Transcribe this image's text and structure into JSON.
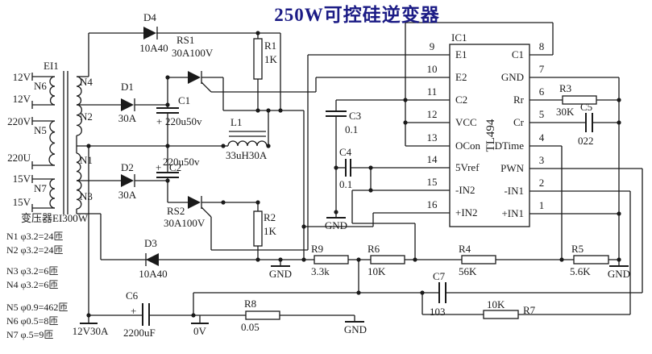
{
  "title": "250W可控硅逆变器",
  "transformer": {
    "name": "EI1",
    "caption": "变压器EI300W",
    "terminals": {
      "t12v_a": "12V",
      "t12v_b": "12V",
      "t220v": "220V",
      "t220u": "220U",
      "t15v_a": "15V",
      "t15v_b": "15V"
    },
    "windings": {
      "n6": "N6",
      "n5": "N5",
      "n7": "N7",
      "n4": "N4",
      "n2": "N2",
      "n1": "N1",
      "n3": "N3"
    },
    "specs": [
      "N1  φ3.2=24匝",
      "N2  φ3.2=24匝",
      "N3  φ3.2=6匝",
      "N4  φ3.2=6匝",
      "N5  φ0.9=462匝",
      "N6  φ0.5=8匝",
      "N7  φ.5=9匝"
    ]
  },
  "components": {
    "d1": {
      "ref": "D1",
      "value": "30A"
    },
    "d2": {
      "ref": "D2",
      "value": "30A"
    },
    "d3": {
      "ref": "D3",
      "value": "10A40"
    },
    "d4": {
      "ref": "D4",
      "value": "10A40"
    },
    "rs1": {
      "ref": "RS1",
      "value": "30A100V"
    },
    "rs2": {
      "ref": "RS2",
      "value": "30A100V"
    },
    "c1": {
      "ref": "C1",
      "value": "220u50v",
      "polarity": "+"
    },
    "c2": {
      "ref": "C2",
      "value": "220u50v",
      "polarity": "+"
    },
    "c3": {
      "ref": "C3",
      "value": "0.1"
    },
    "c4": {
      "ref": "C4",
      "value": "0.1"
    },
    "c5": {
      "ref": "C5",
      "value": "022"
    },
    "c6": {
      "ref": "C6",
      "value": "2200uF",
      "polarity": "+"
    },
    "c7": {
      "ref": "C7",
      "value": "103"
    },
    "l1": {
      "ref": "L1",
      "value": "33uH30A"
    },
    "r1": {
      "ref": "R1",
      "value": "1K"
    },
    "r2": {
      "ref": "R2",
      "value": "1K"
    },
    "r3": {
      "ref": "R3",
      "value": "30K"
    },
    "r4": {
      "ref": "R4",
      "value": "56K"
    },
    "r5": {
      "ref": "R5",
      "value": "5.6K"
    },
    "r6": {
      "ref": "R6",
      "value": "10K"
    },
    "r7": {
      "ref": "R7",
      "value": "10K"
    },
    "r8": {
      "ref": "R8",
      "value": "0.05"
    },
    "r9": {
      "ref": "R9",
      "value": "3.3k"
    }
  },
  "ic": {
    "ref": "IC1",
    "part": "TL494",
    "left_pins": [
      {
        "num": "9",
        "label": "E1"
      },
      {
        "num": "10",
        "label": "E2"
      },
      {
        "num": "11",
        "label": "C2"
      },
      {
        "num": "12",
        "label": "VCC"
      },
      {
        "num": "13",
        "label": "OCon"
      },
      {
        "num": "14",
        "label": "5Vref"
      },
      {
        "num": "15",
        "label": "-IN2"
      },
      {
        "num": "16",
        "label": "+IN2"
      }
    ],
    "right_pins": [
      {
        "num": "8",
        "label": "C1"
      },
      {
        "num": "7",
        "label": "GND"
      },
      {
        "num": "6",
        "label": "Rr"
      },
      {
        "num": "5",
        "label": "Cr"
      },
      {
        "num": "4",
        "label": "DTime"
      },
      {
        "num": "3",
        "label": "PWN"
      },
      {
        "num": "2",
        "label": "-IN1"
      },
      {
        "num": "1",
        "label": "+IN1"
      }
    ]
  },
  "labels": {
    "gnd": "GND",
    "zero_v": "0V",
    "supply": "12V30A"
  },
  "colors": {
    "title": "#1b1b85",
    "line": "#1a1a1a",
    "background": "#ffffff"
  }
}
